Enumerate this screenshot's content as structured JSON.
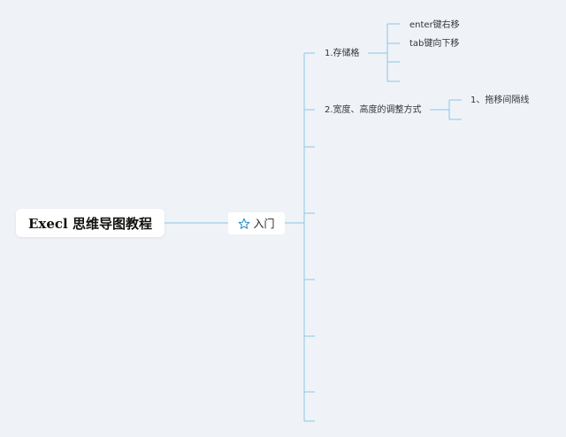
{
  "root": {
    "title": "Execl 思维导图教程"
  },
  "main_topic": {
    "label": "入门",
    "icon": "star-outline-icon"
  },
  "branches": [
    {
      "label": "1.存储格",
      "children": [
        "enter键右移",
        "tab键向下移"
      ]
    },
    {
      "label": "2.宽度、高度的调整方式",
      "children": [
        "1、拖移间隔线"
      ]
    }
  ],
  "colors": {
    "background": "#eff3f8",
    "connector": "#8cc4e6",
    "icon": "#2a8fcf",
    "node_bg": "#ffffff"
  }
}
